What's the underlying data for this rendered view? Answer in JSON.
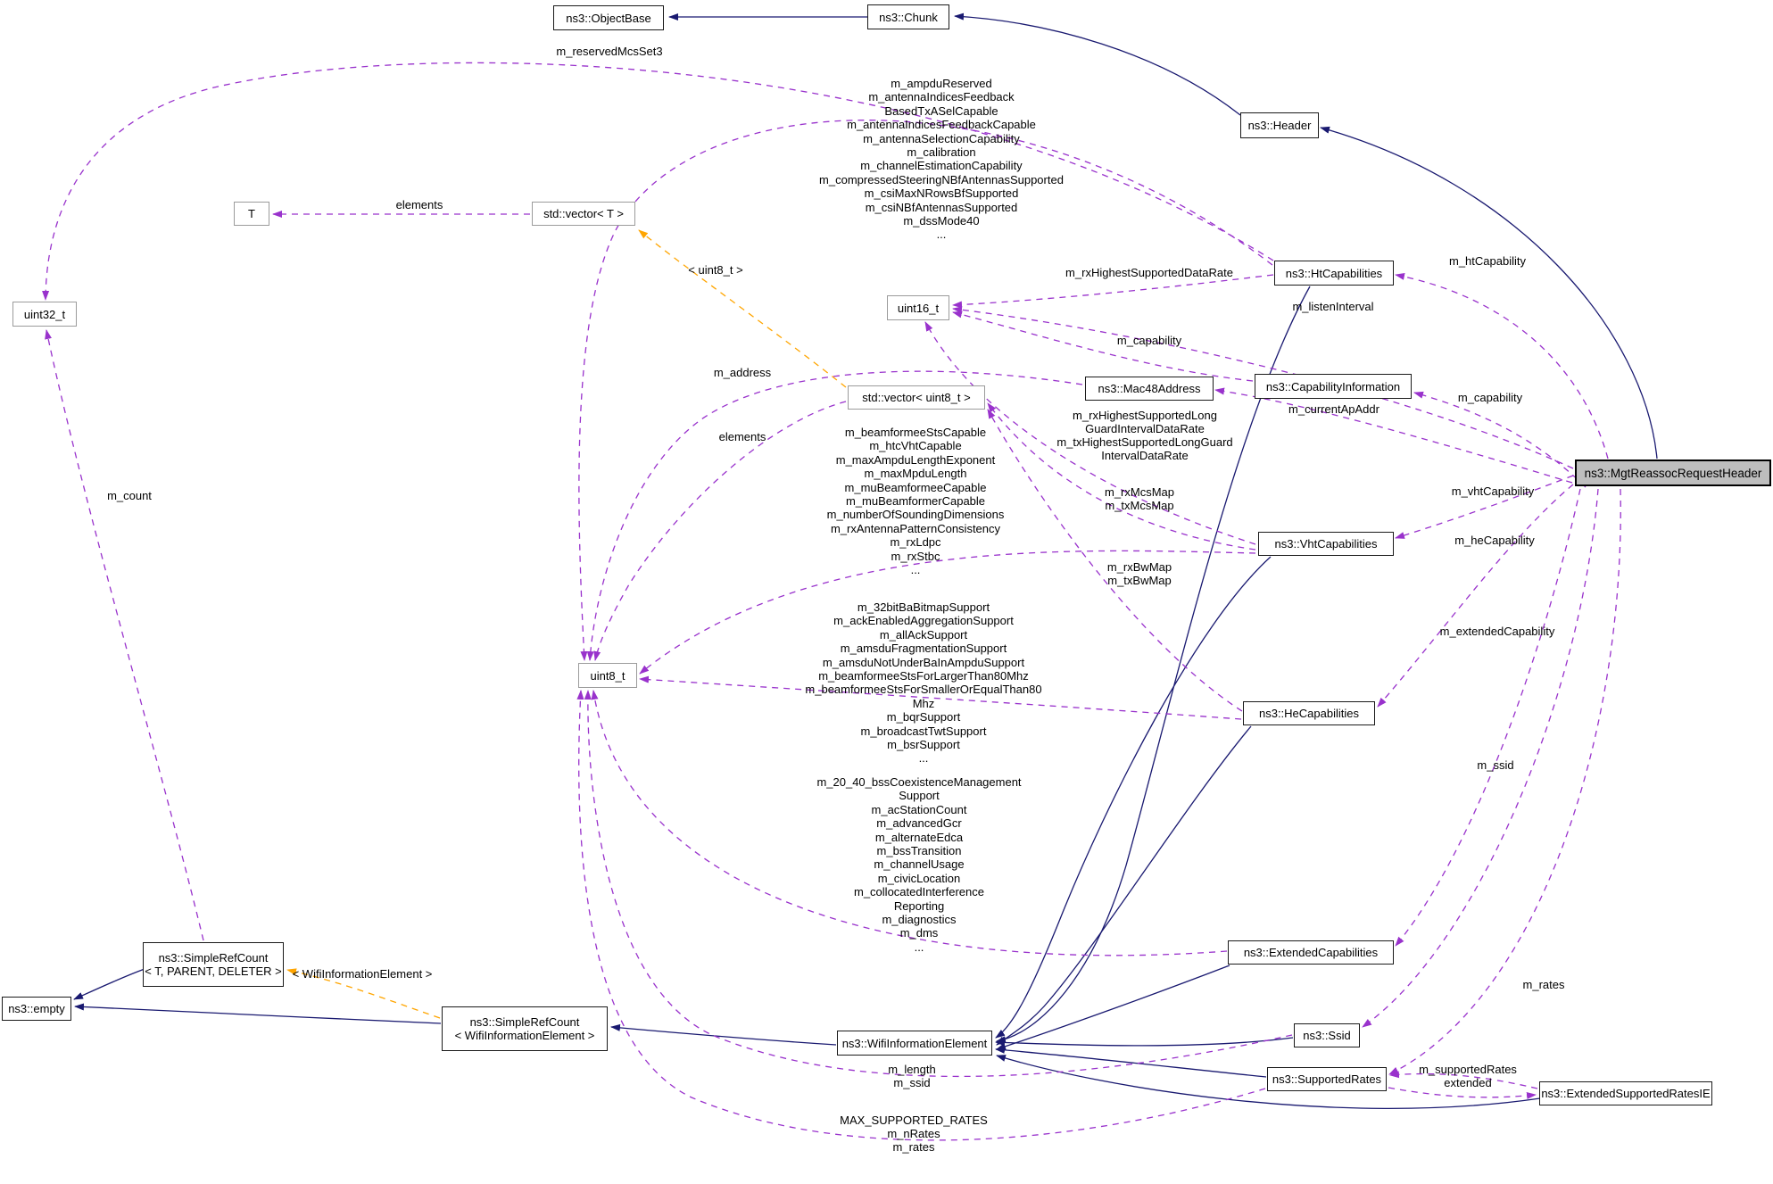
{
  "diagram_title": "ns3::MgtReassocRequestHeader collaboration graph",
  "colors": {
    "inheritance_edge": "#191970",
    "usage_edge": "#9932cc",
    "template_edge": "#ffa500",
    "highlight_fill": "#bebebe",
    "class_border": "#1a1a1a",
    "primitive_border": "#9b9b9b"
  },
  "nodes": {
    "objectbase": {
      "label": "ns3::ObjectBase"
    },
    "chunk": {
      "label": "ns3::Chunk"
    },
    "header": {
      "label": "ns3::Header"
    },
    "htcap": {
      "label": "ns3::HtCapabilities"
    },
    "uint16": {
      "label": "uint16_t"
    },
    "capinfo": {
      "label": "ns3::CapabilityInformation"
    },
    "mac48": {
      "label": "ns3::Mac48Address"
    },
    "vectoru8": {
      "label": "std::vector< uint8_t >"
    },
    "t": {
      "label": "T"
    },
    "vectort": {
      "label": "std::vector< T >"
    },
    "uint32": {
      "label": "uint32_t"
    },
    "mgt": {
      "label": "ns3::MgtReassocRequestHeader"
    },
    "vht": {
      "label": "ns3::VhtCapabilities"
    },
    "uint8": {
      "label": "uint8_t"
    },
    "he": {
      "label": "ns3::HeCapabilities"
    },
    "extcap": {
      "label": "ns3::ExtendedCapabilities"
    },
    "src1": {
      "label": "ns3::SimpleRefCount\n< T, PARENT, DELETER >"
    },
    "empty": {
      "label": "ns3::empty"
    },
    "src2": {
      "label": "ns3::SimpleRefCount\n< WifiInformationElement >"
    },
    "wifiie": {
      "label": "ns3::WifiInformationElement"
    },
    "ssid": {
      "label": "ns3::Ssid"
    },
    "suprates": {
      "label": "ns3::SupportedRates"
    },
    "extrates": {
      "label": "ns3::ExtendedSupportedRatesIE"
    }
  },
  "labels": {
    "reservedMcsSet3": "m_reservedMcsSet3",
    "elements_t": "elements",
    "elements_u8": "elements",
    "tmpl_uint8": "< uint8_t >",
    "tmpl_wifiie": "< WifiInformationElement >",
    "count": "m_count",
    "address": "m_address",
    "rxHighestDataRate": "m_rxHighestSupportedDataRate",
    "listenInterval": "m_listenInterval",
    "capability_a": "m_capability",
    "capability_b": "m_capability",
    "htCapability": "m_htCapability",
    "currentApAddr": "m_currentApAddr",
    "longGuard": "m_rxHighestSupportedLong\nGuardIntervalDataRate\nm_txHighestSupportedLongGuard\nIntervalDataRate",
    "mcsMap": "m_rxMcsMap\nm_txMcsMap",
    "bwMap": "m_rxBwMap\nm_txBwMap",
    "vhtCapability": "m_vhtCapability",
    "heCapability": "m_heCapability",
    "extendedCapability": "m_extendedCapability",
    "ssid": "m_ssid",
    "rates": "m_rates",
    "lengthSsid": "m_length\nm_ssid",
    "maxRates": "MAX_SUPPORTED_RATES\nm_nRates\nm_rates",
    "supportedRates": "m_supportedRates",
    "extended": "extended"
  },
  "blocks": {
    "ht": "m_ampduReserved\nm_antennaIndicesFeedback\nBasedTxASelCapable\nm_antennaIndicesFeedbackCapable\nm_antennaSelectionCapability\nm_calibration\nm_channelEstimationCapability\nm_compressedSteeringNBfAntennasSupported\nm_csiMaxNRowsBfSupported\nm_csiNBfAntennasSupported\nm_dssMode40\n...",
    "vht": "m_beamformeeStsCapable\nm_htcVhtCapable\nm_maxAmpduLengthExponent\nm_maxMpduLength\nm_muBeamformeeCapable\nm_muBeamformerCapable\nm_numberOfSoundingDimensions\nm_rxAntennaPatternConsistency\nm_rxLdpc\nm_rxStbc\n...",
    "he": "m_32bitBaBitmapSupport\nm_ackEnabledAggregationSupport\nm_allAckSupport\nm_amsduFragmentationSupport\nm_amsduNotUnderBaInAmpduSupport\nm_beamformeeStsForLargerThan80Mhz\nm_beamformeeStsForSmallerOrEqualThan80\nMhz\nm_bqrSupport\nm_broadcastTwtSupport\nm_bsrSupport\n...",
    "ext": "m_20_40_bssCoexistenceManagement\nSupport\nm_acStationCount\nm_advancedGcr\nm_alternateEdca\nm_bssTransition\nm_channelUsage\nm_civicLocation\nm_collocatedInterference\nReporting\nm_diagnostics\nm_dms\n..."
  }
}
